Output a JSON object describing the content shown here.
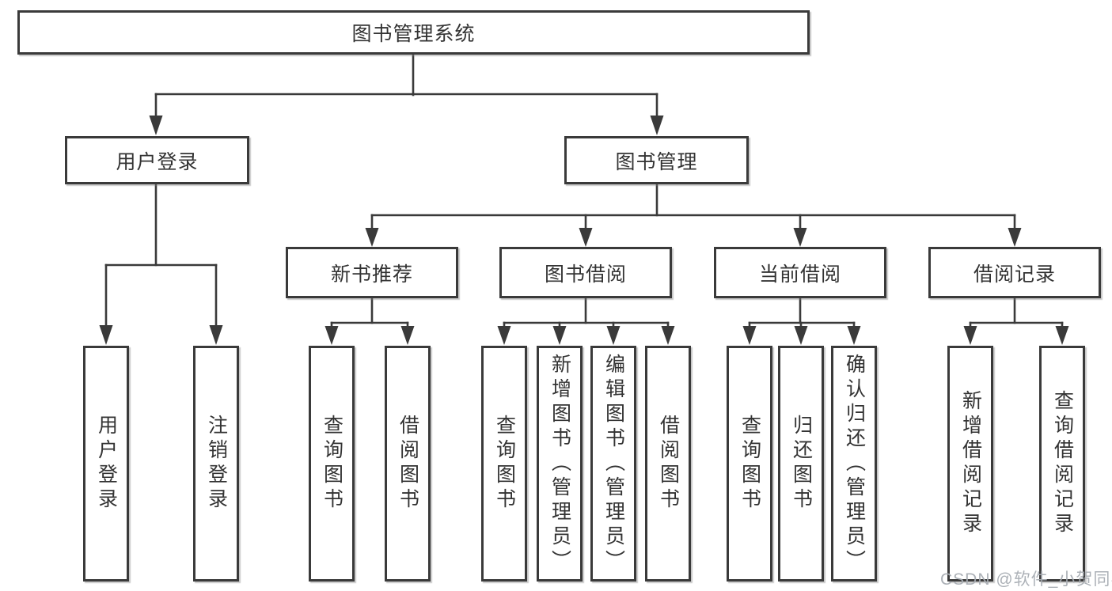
{
  "palette": {
    "line": "#3a3a3a",
    "box_border": "#3a3a3a",
    "box_fill": "#ffffff",
    "text": "#333333",
    "watermark": "#a8adb3"
  },
  "tree": {
    "root": {
      "label": "图书管理系统"
    },
    "branches": [
      {
        "label": "用户登录",
        "children": [
          {
            "label": "用户登录"
          },
          {
            "label": "注销登录"
          }
        ]
      },
      {
        "label": "图书管理",
        "children": [
          {
            "label": "新书推荐",
            "children": [
              {
                "label": "查询图书"
              },
              {
                "label": "借阅图书"
              }
            ]
          },
          {
            "label": "图书借阅",
            "children": [
              {
                "label": "查询图书"
              },
              {
                "label": "新增图书（管理员）"
              },
              {
                "label": "编辑图书（管理员）"
              },
              {
                "label": "借阅图书"
              }
            ]
          },
          {
            "label": "当前借阅",
            "children": [
              {
                "label": "查询图书"
              },
              {
                "label": "归还图书"
              },
              {
                "label": "确认归还（管理员）"
              }
            ]
          },
          {
            "label": "借阅记录",
            "children": [
              {
                "label": "新增借阅记录"
              },
              {
                "label": "查询借阅记录"
              }
            ]
          }
        ]
      }
    ]
  },
  "watermark": {
    "text": "CSDN @软件_小贺同学"
  }
}
